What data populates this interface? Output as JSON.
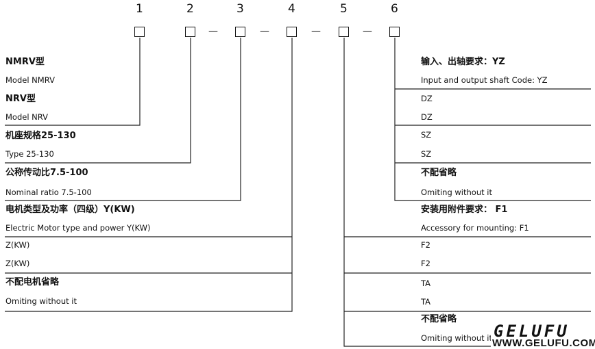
{
  "header": {
    "positions": [
      "1",
      "2",
      "3",
      "4",
      "5",
      "6"
    ],
    "dashes": [
      "—",
      "—",
      "—",
      "—"
    ]
  },
  "left": {
    "g1": {
      "title_a": "NMRV型",
      "sub_a": "Model NMRV",
      "title_b": "NRV型",
      "sub_b": "Model  NRV"
    },
    "g2": {
      "title": "机座规格25-130",
      "sub": "Type 25-130"
    },
    "g3": {
      "title": "公称传动比7.5-100",
      "sub": "Nominal ratio 7.5-100"
    },
    "g4": {
      "title": "电机类型及功率（四级）Y(KW)",
      "sub": "Electric Motor type and power Y(KW)",
      "opt_a": "Z(KW)",
      "opt_b": "Z(KW)",
      "omit_title": "不配电机省略",
      "omit_sub": "Omiting without it"
    }
  },
  "right": {
    "g6": {
      "title": "输入、出轴要求：YZ",
      "sub": "Input and output shaft Code: YZ",
      "dz_a": "DZ",
      "dz_b": "DZ",
      "sz_a": "SZ",
      "sz_b": "SZ",
      "omit_title": "不配省略",
      "omit_sub": "Omiting without  it"
    },
    "g5": {
      "title": "安装用附件要求： F1",
      "sub": "Accessory for mounting: F1",
      "f2_a": "F2",
      "f2_b": "F2",
      "ta_a": "TA",
      "ta_b": "TA",
      "omit_title": "不配省略",
      "omit_sub": "Omiting  without  it"
    }
  },
  "logo": {
    "name": "GELUFU",
    "url": "WWW.GELUFU.COM"
  }
}
